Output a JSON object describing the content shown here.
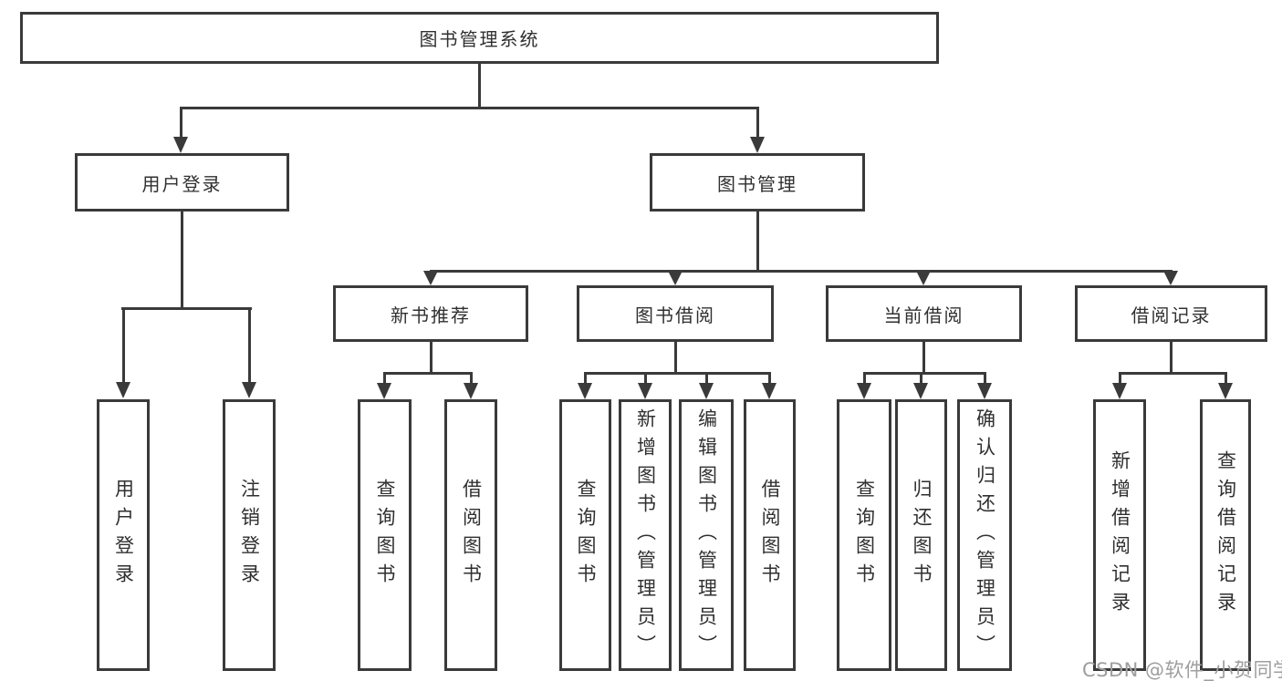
{
  "colors": {
    "line": "#3a3a3a",
    "text": "#303030",
    "watermark": "#9e9e9e",
    "background": "#ffffff"
  },
  "watermark": {
    "text": "CSDN @软件_小贺同学"
  },
  "tree": {
    "label": "图书管理系统",
    "children": [
      {
        "label": "用户登录",
        "children": [
          {
            "label": "用户登录"
          },
          {
            "label": "注销登录"
          }
        ]
      },
      {
        "label": "图书管理",
        "children": [
          {
            "label": "新书推荐",
            "children": [
              {
                "label": "查询图书"
              },
              {
                "label": "借阅图书"
              }
            ]
          },
          {
            "label": "图书借阅",
            "children": [
              {
                "label": "查询图书"
              },
              {
                "label": "新增图书（管理员）"
              },
              {
                "label": "编辑图书（管理员）"
              },
              {
                "label": "借阅图书"
              }
            ]
          },
          {
            "label": "当前借阅",
            "children": [
              {
                "label": "查询图书"
              },
              {
                "label": "归还图书"
              },
              {
                "label": "确认归还（管理员）"
              }
            ]
          },
          {
            "label": "借阅记录",
            "children": [
              {
                "label": "新增借阅记录"
              },
              {
                "label": "查询借阅记录"
              }
            ]
          }
        ]
      }
    ]
  }
}
